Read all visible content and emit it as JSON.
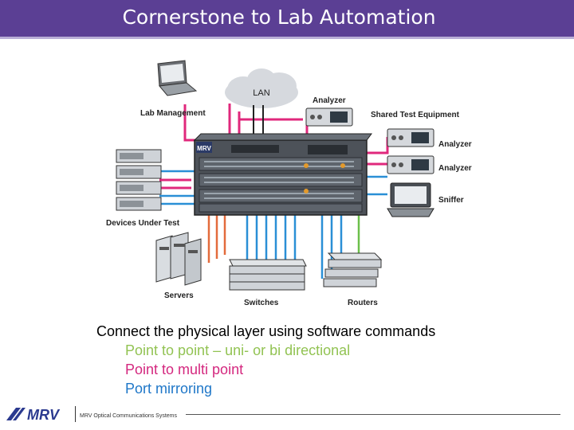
{
  "title": "Cornerstone to Lab Automation",
  "diagram": {
    "labels": {
      "lan": "LAN",
      "lab_management": "Lab Management",
      "analyzer_top": "Analyzer",
      "shared_test_equipment": "Shared Test Equipment",
      "analyzer_1": "Analyzer",
      "analyzer_2": "Analyzer",
      "sniffer": "Sniffer",
      "devices_under_test": "Devices Under Test",
      "servers": "Servers",
      "switches": "Switches",
      "routers": "Routers",
      "chassis_badge": "MRV"
    },
    "colors": {
      "pink": "#e0287c",
      "blue": "#2a8fd6",
      "green": "#6cc04a",
      "orange": "#e36b3c",
      "black": "#222222"
    }
  },
  "bullets": {
    "main": "Connect the physical layer using software commands",
    "items": [
      {
        "text": "Point to point – uni- or bi directional",
        "color": "#92c353"
      },
      {
        "text": "Point to multi point",
        "color": "#d4287f"
      },
      {
        "text": "Port mirroring",
        "color": "#1f77c8"
      }
    ]
  },
  "footer": {
    "logo": "MRV",
    "tagline": "MRV Optical Communications Systems"
  }
}
